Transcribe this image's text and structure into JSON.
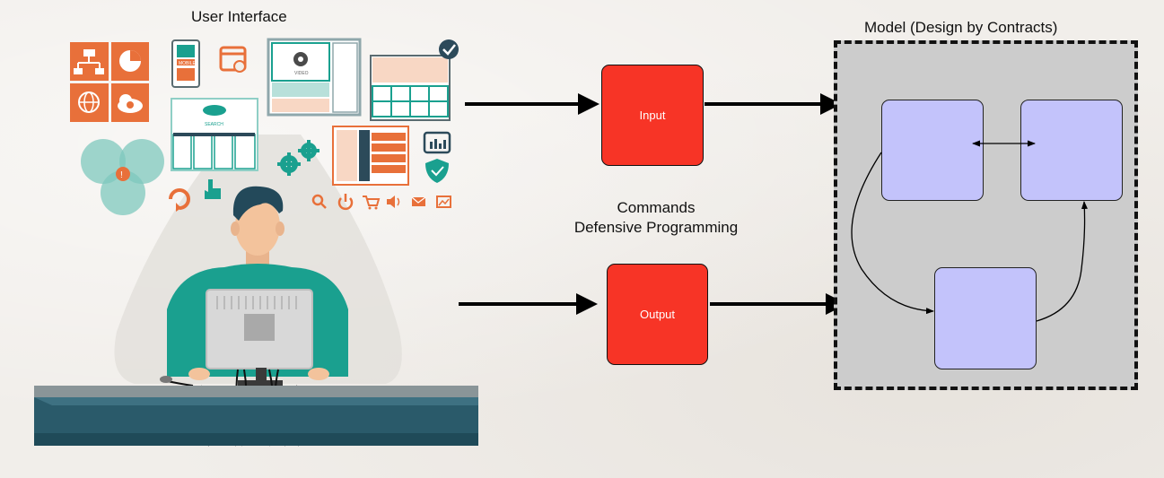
{
  "labels": {
    "user_interface": "User Interface",
    "model_title": "Model (Design by Contracts)",
    "commands": "Commands",
    "defensive_programming": "Defensive Programming",
    "input": "Input",
    "output": "Output"
  },
  "illustration": {
    "icons": [
      "sitemap-icon",
      "pie-chart-icon",
      "globe-icon",
      "cloud-gears-icon",
      "mobile-icon",
      "calendar-icon",
      "video-player-icon",
      "checkmark-icon",
      "search-page-icon",
      "star-list-icon",
      "bar-chart-icon",
      "shield-check-icon",
      "gears-icon",
      "refresh-icon",
      "pointer-hand-icon",
      "magnifier-icon",
      "power-icon",
      "cart-icon",
      "speaker-icon",
      "mail-icon",
      "image-icon",
      "venn-diagram-icon"
    ],
    "screen_texts": {
      "mobile": "MOBILE",
      "video": "VIDEO",
      "search": "SEARCH"
    }
  },
  "colors": {
    "accent_orange": "#e8703a",
    "accent_teal": "#1aa08f",
    "red_box": "#f73426",
    "model_box": "#c3c3fb",
    "model_background": "#cccccc"
  }
}
